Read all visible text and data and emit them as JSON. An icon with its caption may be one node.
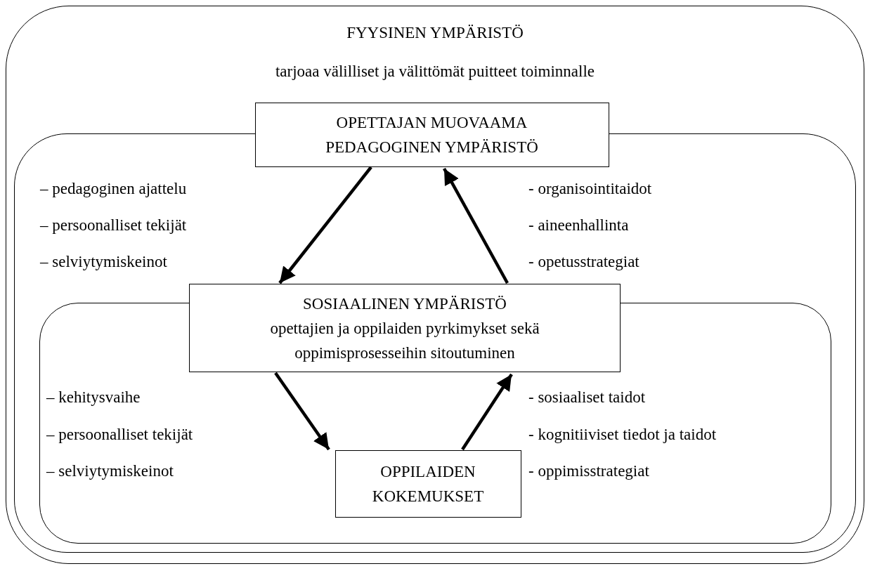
{
  "diagram": {
    "nodes": [
      {
        "text": [
          "FYYSINEN YMPÄRISTÖ",
          "tarjoaa välilliset ja välittömät puitteet toiminnalle"
        ]
      },
      {
        "text": [],
        "shape": "box",
        "in": 0
      },
      {
        "text": [
          "OPETTAJAN MUOVAAMA PEDAGOGINEN YMPÄRISTÖ"
        ],
        "in": 0
      },
      {
        "text": [],
        "shape": "box",
        "in": 1
      },
      {
        "text": [
          "SOSIAALINEN YMPÄRISTÖ",
          "opettajien ja oppilaiden pyrkimykset sekä oppimisprosesseihin sitoutuminen"
        ],
        "in": 1
      },
      {
        "text": [
          "OPPILAIDEN KOKEMUKSET"
        ],
        "in": 3
      }
    ],
    "edges": [
      {
        "from": 2,
        "to": 4,
        "arrow": "to"
      },
      {
        "from": 4,
        "to": 2,
        "arrow": "to"
      },
      {
        "from": 4,
        "to": 5,
        "arrow": "to"
      },
      {
        "from": 5,
        "to": 4,
        "arrow": "to"
      }
    ],
    "labels": [
      "– pedagoginen ajattelu",
      "- organisointitaidot",
      "– persoonalliset tekijät",
      "- aineenhallinta",
      "– selviytymiskeinot",
      "- opetusstrategiat",
      "– kehitysvaihe",
      "- sosiaaliset taidot",
      "– persoonalliset tekijät",
      "- kognitiiviset tiedot ja taidot",
      "– selviytymiskeinot",
      "- oppimisstrategiat"
    ]
  }
}
